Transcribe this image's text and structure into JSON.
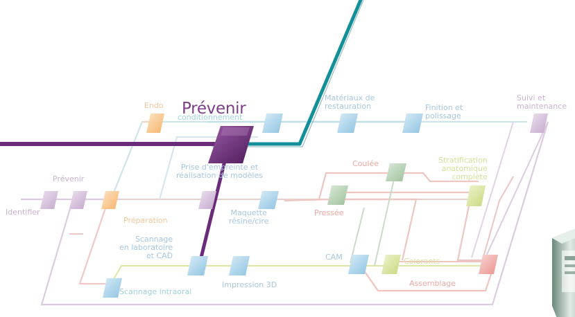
{
  "hero_title": "Prévenir",
  "labels": {
    "endo": "Endo",
    "conditionnement": "conditionnement",
    "materiaux": "Matériaux de\nrestauration",
    "finition": "Finition et\npolissage",
    "suivi": "Suivi et\nmaintenance",
    "prevenir_small": "Prévenir",
    "identifier": "Identifier",
    "preparation": "Préparation",
    "prise": "Prise d'empreinte et\nréalisation de modèles",
    "coulee": "Coulée",
    "stratification": "Stratification\nanatomique\ncomplète",
    "maquette": "Maquette\nrésine/cire",
    "pressee": "Pressée",
    "scannage_labo": "Scannage\nen laboratoire\net CAD",
    "cam": "CAM",
    "colorants": "Colorants",
    "assemblage": "Assemblage",
    "scannage_intraoral": "Scannage intraoral",
    "impression": "Impression 3D"
  },
  "colors": {
    "hero": "#7b3f86",
    "teal_line": "#2aa3ad",
    "purple_line": "#6e2e7c",
    "bg": "#ffffff"
  }
}
